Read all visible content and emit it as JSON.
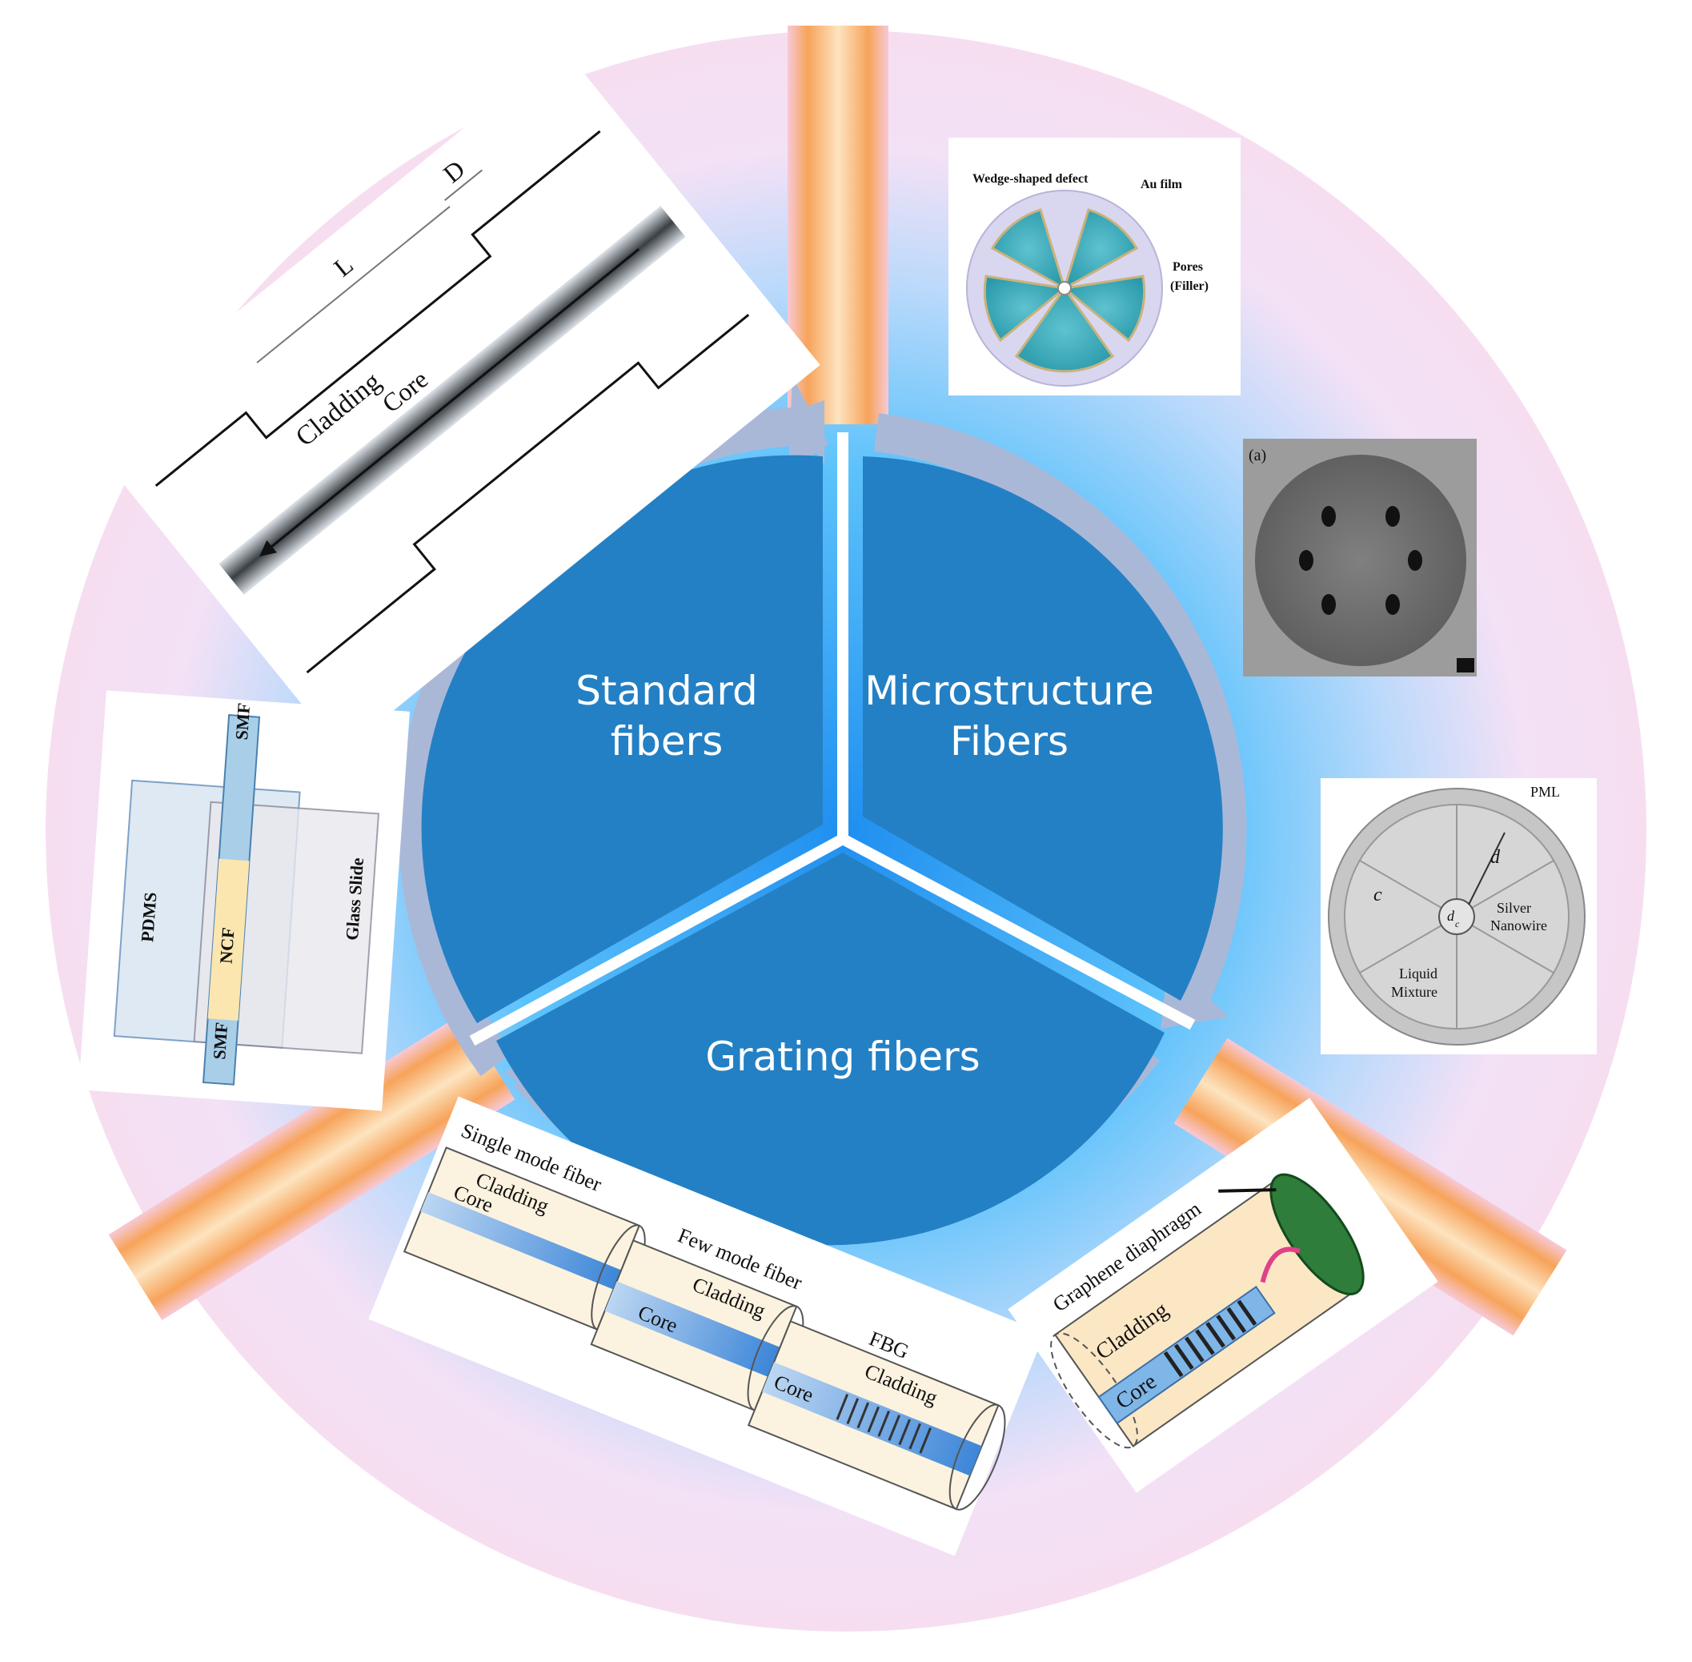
{
  "sectors": {
    "standard": [
      "Standard",
      "fibers"
    ],
    "microstructure": [
      "Microstructure",
      "Fibers"
    ],
    "grating": "Grating fibers"
  },
  "panels": {
    "tapered": {
      "d": "D",
      "l": "L",
      "cladding": "Cladding",
      "core": "Core"
    },
    "pdms": {
      "smf_top": "SMF",
      "smf_bottom": "SMF",
      "pdms": "PDMS",
      "ncf": "NCF",
      "glass": "Glass Slide"
    },
    "wedge": {
      "defect": "Wedge-shaped defect",
      "film": "Au film",
      "pores": "Pores",
      "filler": "(Filler)"
    },
    "sem": {
      "tag": "(a)"
    },
    "silver": {
      "pml": "PML",
      "d": "d",
      "c": "c",
      "dc": "d",
      "dc_sub": "c",
      "silver1": "Silver",
      "silver2": "Nanowire",
      "liquid1": "Liquid",
      "liquid2": "Mixture"
    },
    "fbg": {
      "smf": "Single mode fiber",
      "clad1": "Cladding",
      "core1": "Core",
      "fmf": "Few mode fiber",
      "clad2": "Cladding",
      "core2": "Core",
      "fbg": "FBG",
      "clad3": "Cladding",
      "core3": "Core"
    },
    "graphene": {
      "diaphragm": "Graphene diaphragm",
      "cladding": "Cladding",
      "core": "Core"
    }
  },
  "colors": {
    "sector": "#2480c4",
    "ring": "#aab8d8",
    "beam": "#f4a070"
  }
}
